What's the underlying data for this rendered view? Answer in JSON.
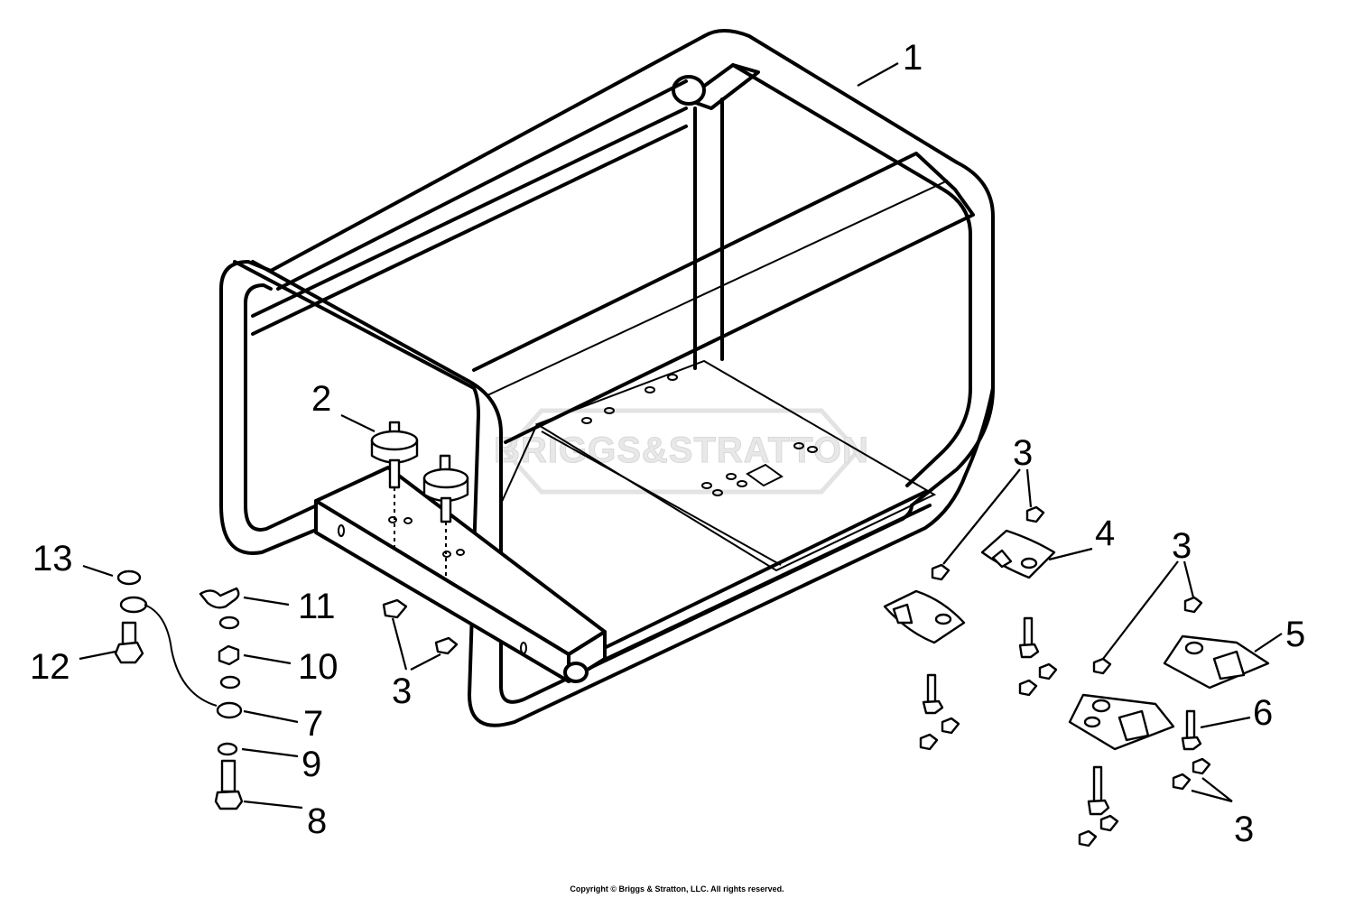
{
  "watermark": "BRIGGS&STRATTON",
  "copyright": "Copyright © Briggs & Stratton, LLC. All rights reserved.",
  "callouts": [
    {
      "id": "c1",
      "label": "1"
    },
    {
      "id": "c2",
      "label": "2"
    },
    {
      "id": "c3a",
      "label": "3"
    },
    {
      "id": "c3b",
      "label": "3"
    },
    {
      "id": "c3c",
      "label": "3"
    },
    {
      "id": "c3d",
      "label": "3"
    },
    {
      "id": "c4",
      "label": "4"
    },
    {
      "id": "c5",
      "label": "5"
    },
    {
      "id": "c6",
      "label": "6"
    },
    {
      "id": "c7",
      "label": "7"
    },
    {
      "id": "c8",
      "label": "8"
    },
    {
      "id": "c9",
      "label": "9"
    },
    {
      "id": "c10",
      "label": "10"
    },
    {
      "id": "c11",
      "label": "11"
    },
    {
      "id": "c12",
      "label": "12"
    },
    {
      "id": "c13",
      "label": "13"
    }
  ]
}
